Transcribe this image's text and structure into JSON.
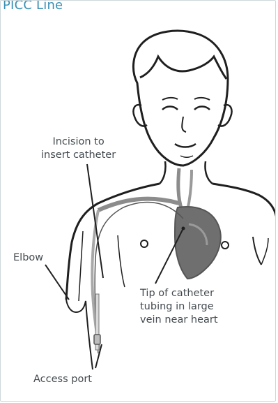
{
  "title": "PICC Line",
  "labels": {
    "incision": "Incision to\ninsert catheter",
    "elbow": "Elbow",
    "tip": "Tip of catheter\ntubing in large\nvein near heart",
    "port": "Access port"
  },
  "colors": {
    "title": "#3a8fb2",
    "line_art": "#1f1f1f",
    "vessel": "#8c8c8c",
    "heart": "#6f6f6f",
    "label_text": "#444b50"
  }
}
